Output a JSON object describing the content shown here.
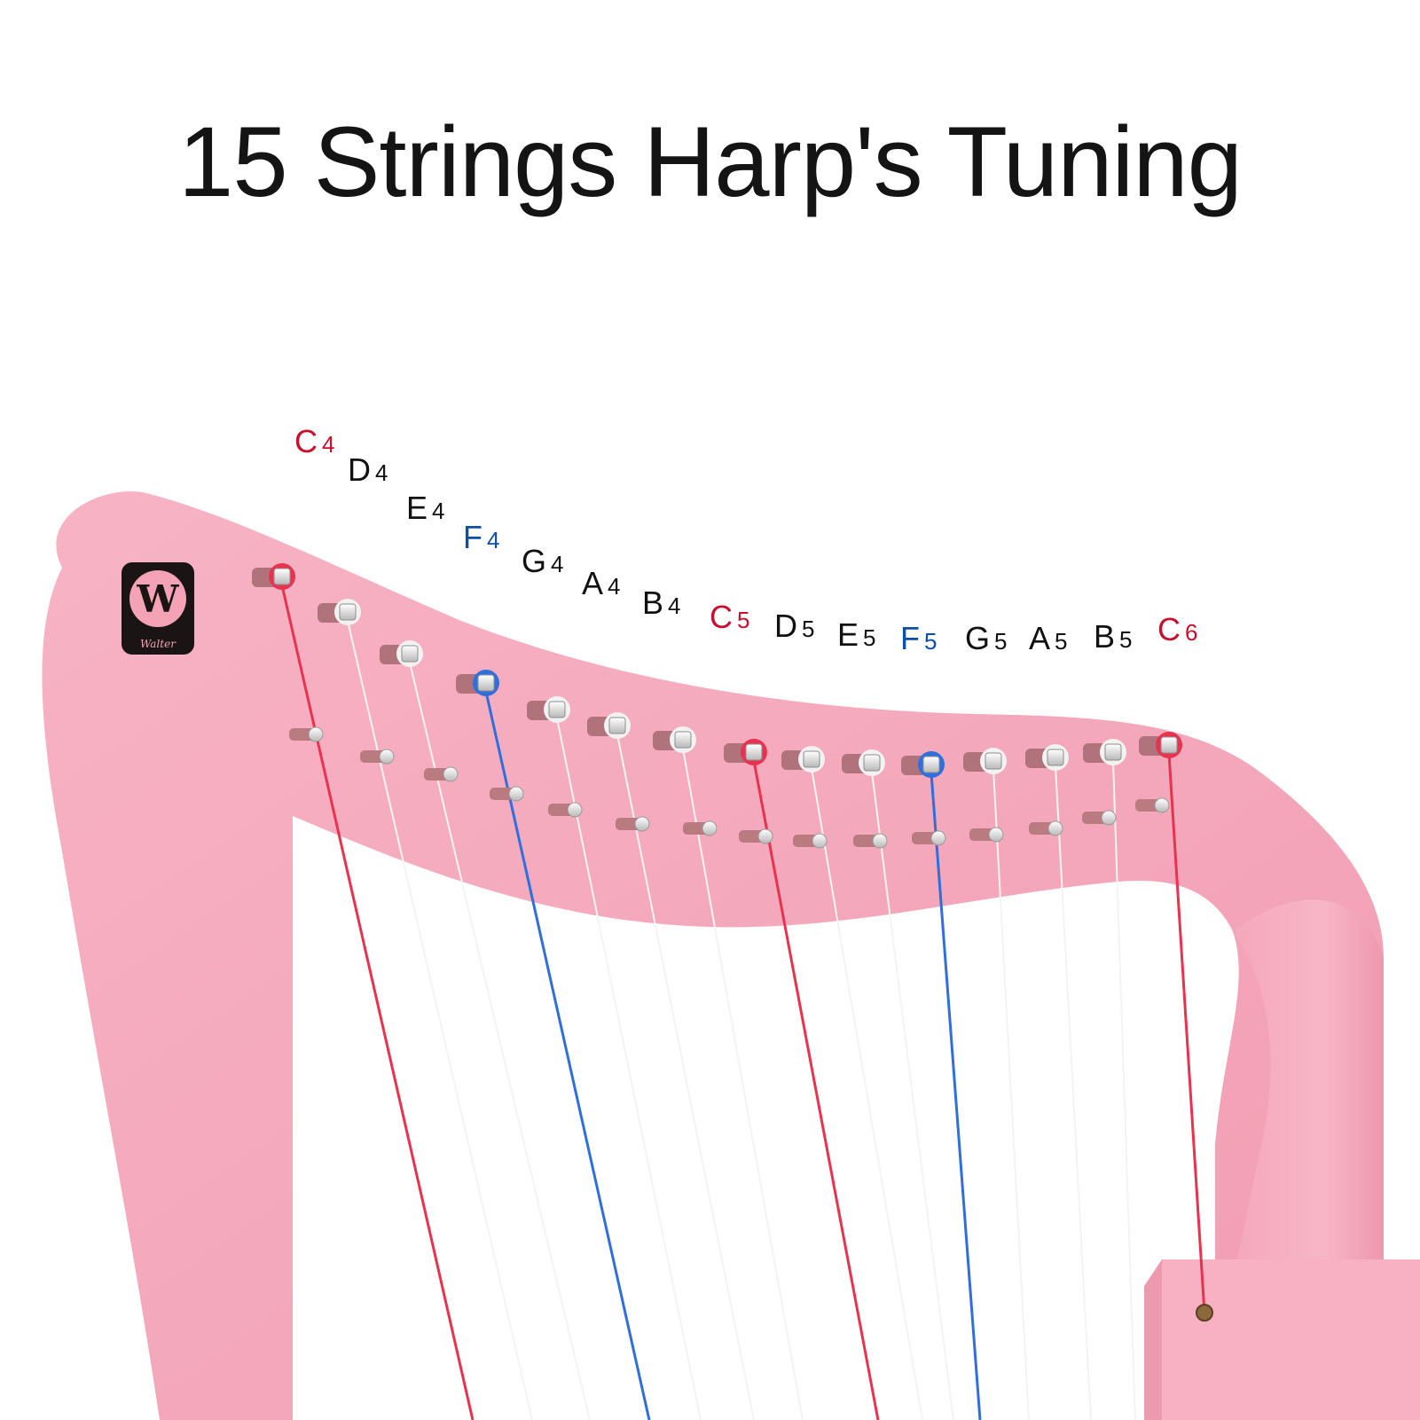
{
  "title": "15 Strings Harp's Tuning",
  "logo": {
    "letter": "W",
    "brand": "Walter"
  },
  "colors": {
    "frame": "#f5a9bc",
    "frame_dark": "#e58ea4",
    "c_note": "#c8102e",
    "f_note": "#0b4fa8",
    "other_note": "#111111",
    "string_white": "#f4f4f4",
    "string_red": "#e8324e",
    "string_blue": "#2f6fdc"
  },
  "notes": [
    {
      "letter": "C",
      "octave": "4",
      "kind": "c"
    },
    {
      "letter": "D",
      "octave": "4",
      "kind": "other"
    },
    {
      "letter": "E",
      "octave": "4",
      "kind": "other"
    },
    {
      "letter": "F",
      "octave": "4",
      "kind": "f"
    },
    {
      "letter": "G",
      "octave": "4",
      "kind": "other"
    },
    {
      "letter": "A",
      "octave": "4",
      "kind": "other"
    },
    {
      "letter": "B",
      "octave": "4",
      "kind": "other"
    },
    {
      "letter": "C",
      "octave": "5",
      "kind": "c"
    },
    {
      "letter": "D",
      "octave": "5",
      "kind": "other"
    },
    {
      "letter": "E",
      "octave": "5",
      "kind": "other"
    },
    {
      "letter": "F",
      "octave": "5",
      "kind": "f"
    },
    {
      "letter": "G",
      "octave": "5",
      "kind": "other"
    },
    {
      "letter": "A",
      "octave": "5",
      "kind": "other"
    },
    {
      "letter": "B",
      "octave": "5",
      "kind": "other"
    },
    {
      "letter": "C",
      "octave": "6",
      "kind": "c"
    }
  ]
}
